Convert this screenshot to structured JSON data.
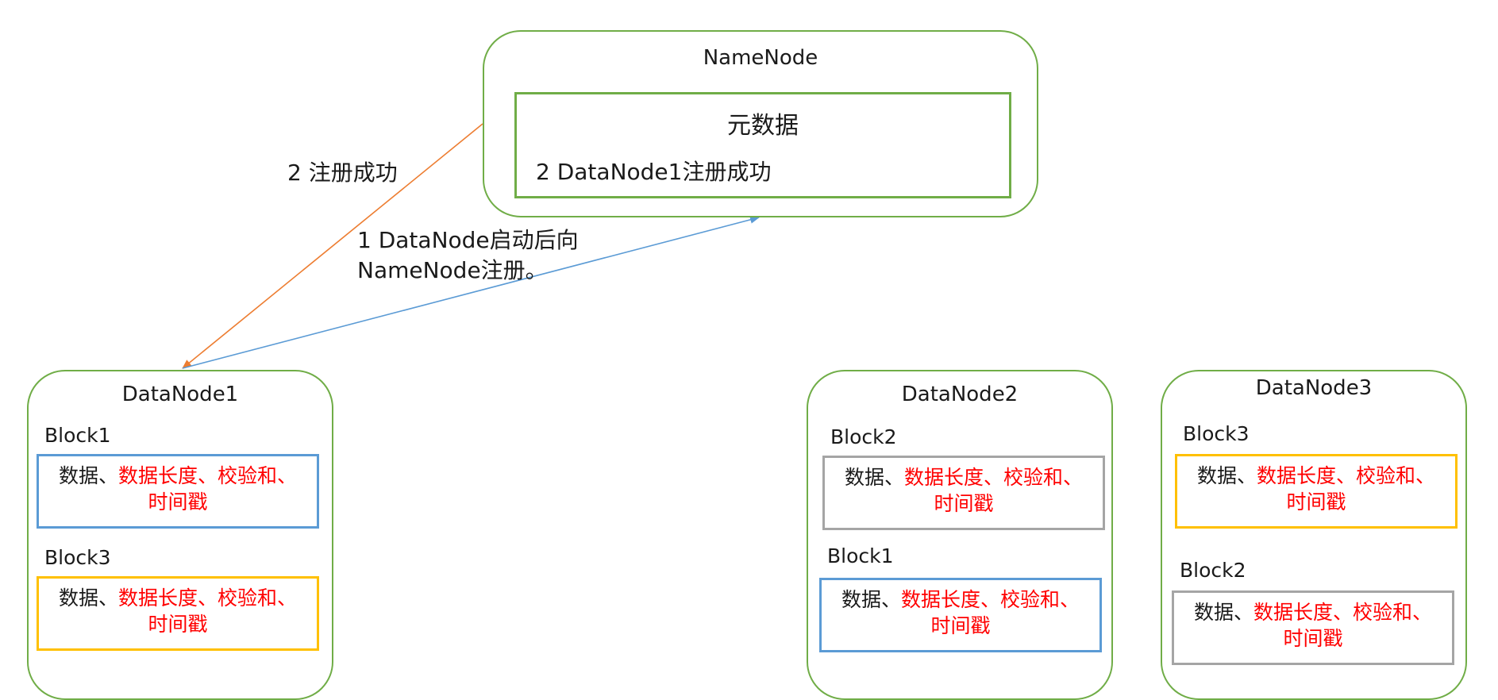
{
  "colors": {
    "node_border": "#70ad47",
    "block1_border": "#5b9bd5",
    "block2_border": "#a5a5a5",
    "block3_border": "#ffc000",
    "highlight_text": "#ff0000",
    "register_arrow": "#5b9bd5",
    "success_arrow": "#ed7d31"
  },
  "namenode": {
    "title": "NameNode",
    "metadata_title": "元数据",
    "metadata_line": "2 DataNode1注册成功"
  },
  "edges": {
    "success_label": "2 注册成功",
    "register_label_line1": "1 DataNode启动后向",
    "register_label_line2": "NameNode注册。"
  },
  "block_text": {
    "prefix": "数据、",
    "highlight": "数据长度、校验和、",
    "line2": "时间戳"
  },
  "datanodes": [
    {
      "title": "DataNode1",
      "blocks": [
        {
          "label": "Block1"
        },
        {
          "label": "Block3"
        }
      ]
    },
    {
      "title": "DataNode2",
      "blocks": [
        {
          "label": "Block2"
        },
        {
          "label": "Block1"
        }
      ]
    },
    {
      "title": "DataNode3",
      "blocks": [
        {
          "label": "Block3"
        },
        {
          "label": "Block2"
        }
      ]
    }
  ]
}
